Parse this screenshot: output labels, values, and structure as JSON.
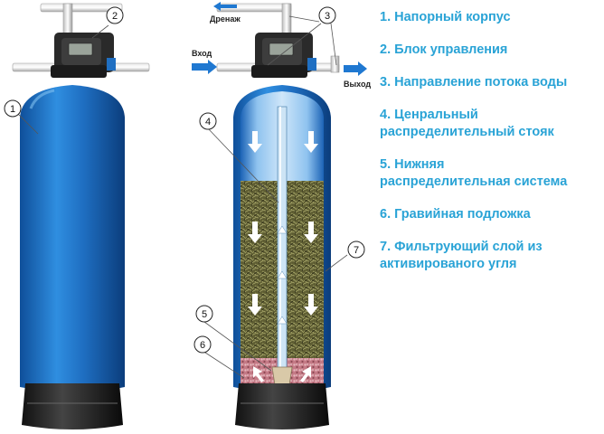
{
  "legend": [
    {
      "number": "1.",
      "lines": [
        "Напорный корпус"
      ]
    },
    {
      "number": "2.",
      "lines": [
        "Блок управления"
      ]
    },
    {
      "number": "3.",
      "lines": [
        "Направление потока воды"
      ]
    },
    {
      "number": "4.",
      "lines": [
        "Ценральный",
        "распределительный стояк"
      ]
    },
    {
      "number": "5.",
      "lines": [
        "Нижняя",
        "распределительная система"
      ]
    },
    {
      "number": "6.",
      "lines": [
        "Гравийная подложка"
      ]
    },
    {
      "number": "7.",
      "lines": [
        "Фильтрующий слой из",
        "активированого угля"
      ]
    }
  ],
  "flow": {
    "drain": "Дренаж",
    "inlet": "Вход",
    "outlet": "Выход"
  },
  "callouts": [
    "1",
    "2",
    "3",
    "4",
    "5",
    "6",
    "7"
  ],
  "colors": {
    "accent_text": "#29a3d6",
    "tank_blue": "#1f6fc2",
    "flow_arrow": "#1f78d1",
    "carbon_layer": "#6b6a3a",
    "gravel_layer": "#c97b86"
  }
}
